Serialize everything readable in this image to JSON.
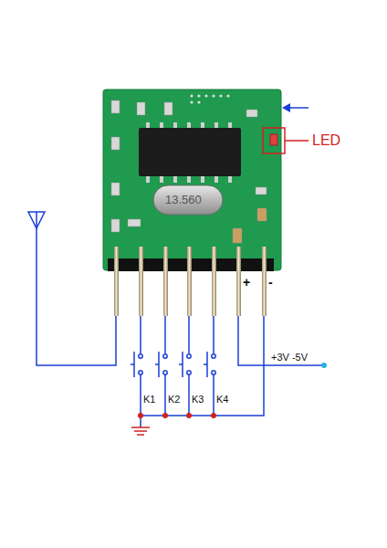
{
  "diagram": {
    "labels": [
      "LED",
      "13.560",
      "+",
      "-",
      "K1",
      "K2",
      "K3",
      "K4",
      "+3V -5V"
    ]
  }
}
